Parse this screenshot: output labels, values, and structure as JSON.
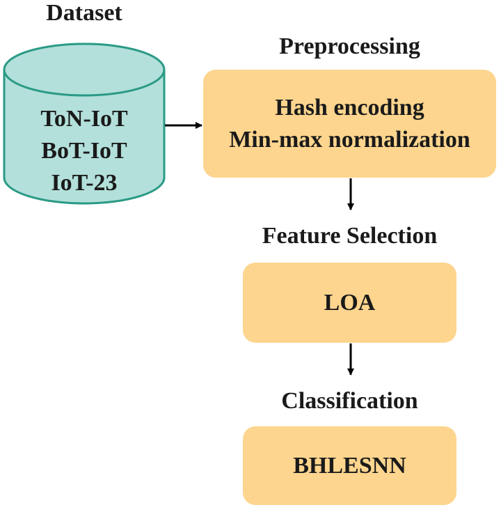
{
  "dataset": {
    "title": "Dataset",
    "items": [
      "ToN-IoT",
      "BoT-IoT",
      "IoT-23"
    ]
  },
  "preprocessing": {
    "title": "Preprocessing",
    "items": [
      "Hash encoding",
      "Min-max normalization"
    ]
  },
  "feature_selection": {
    "title": "Feature Selection",
    "method": "LOA"
  },
  "classification": {
    "title": "Classification",
    "method": "BHLESNN"
  },
  "colors": {
    "cylinder_fill": "#b3e0da",
    "cylinder_stroke": "#2a9a86",
    "box_fill": "#fdd58e",
    "arrow": "#000000"
  }
}
